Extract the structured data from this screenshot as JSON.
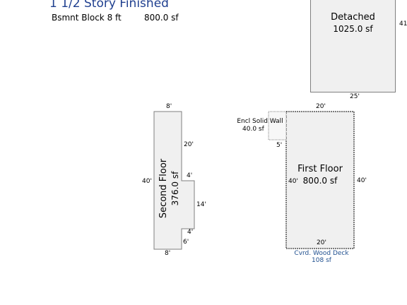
{
  "header": {
    "title": "1 1/2 Story Finished",
    "basement_label": "Bsmnt Block 8 ft",
    "basement_area": "800.0 sf"
  },
  "detached": {
    "name": "Detached",
    "area": "1025.0 sf",
    "dim_bottom": "25'",
    "dim_right": "41"
  },
  "second_floor": {
    "name": "Second Floor",
    "area": "376.0 sf",
    "dim_top": "8'",
    "dim_upper_right": "20'",
    "dim_notch_top": "4'",
    "dim_notch_right": "14'",
    "dim_notch_bottom": "4'",
    "dim_lower_right": "6'",
    "dim_bottom": "8'",
    "dim_left": "40'"
  },
  "first_floor": {
    "name": "First Floor",
    "area": "800.0 sf",
    "dim_top": "20'",
    "dim_left": "40'",
    "dim_right": "40'",
    "dim_bottom": "20'"
  },
  "encl_wall": {
    "name": "Encl Solid Wall",
    "area": "40.0 sf",
    "dim": "5'"
  },
  "deck": {
    "name": "Cvrd. Wood Deck",
    "area": "108 sf"
  },
  "colors": {
    "title": "#1f3f8f",
    "deck_text": "#1f4f8f",
    "fill": "#f0f0f0",
    "outline": "#7f7f7f"
  }
}
